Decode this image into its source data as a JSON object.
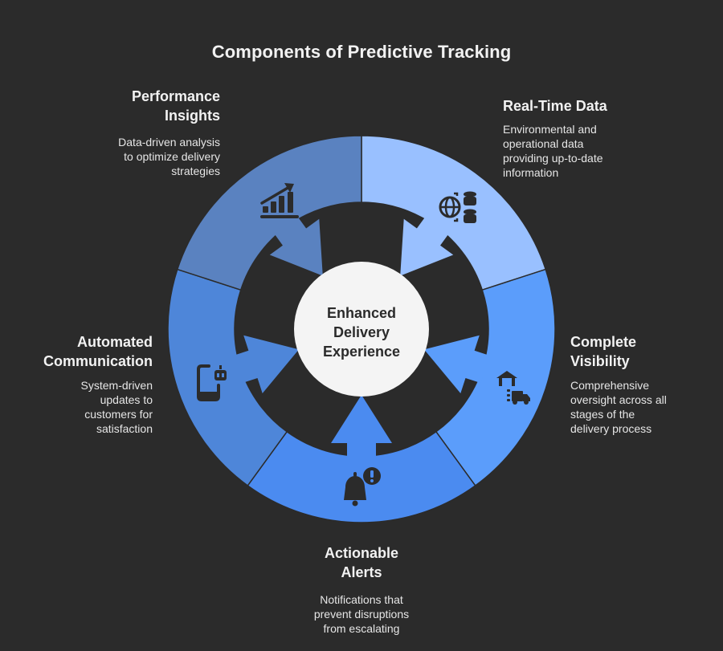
{
  "title": "Components of Predictive Tracking",
  "center": {
    "label": "Enhanced Delivery Experience",
    "lines": [
      "Enhanced",
      "Delivery",
      "Experience"
    ],
    "color": "#f4f4f4"
  },
  "colors": {
    "background": "#2b2b2b",
    "performance_insights": "#5a82c0",
    "real_time_data": "#99c0ff",
    "complete_visibility": "#5b9dfb",
    "actionable_alerts": "#4b8bf0",
    "automated_communication": "#4e86d9",
    "icon": "#2b2b2b"
  },
  "components": [
    {
      "id": "performance-insights",
      "title_lines": [
        "Performance",
        "Insights"
      ],
      "title": "Performance Insights",
      "description_lines": [
        "Data-driven analysis",
        "to optimize delivery",
        "strategies"
      ],
      "icon": "growth-chart-icon"
    },
    {
      "id": "real-time-data",
      "title_lines": [
        "Real-Time Data"
      ],
      "title": "Real-Time Data",
      "description_lines": [
        "Environmental and",
        "operational data",
        "providing up-to-date",
        "information"
      ],
      "icon": "globe-database-icon"
    },
    {
      "id": "complete-visibility",
      "title_lines": [
        "Complete",
        "Visibility"
      ],
      "title": "Complete Visibility",
      "description_lines": [
        "Comprehensive",
        "oversight across all",
        "stages of the",
        "delivery process"
      ],
      "icon": "warehouse-truck-icon"
    },
    {
      "id": "actionable-alerts",
      "title_lines": [
        "Actionable",
        "Alerts"
      ],
      "title": "Actionable Alerts",
      "description_lines": [
        "Notifications that",
        "prevent disruptions",
        "from escalating"
      ],
      "icon": "bell-alert-icon"
    },
    {
      "id": "automated-communication",
      "title_lines": [
        "Automated",
        "Communication"
      ],
      "title": "Automated Communication",
      "description_lines": [
        "System-driven",
        "updates to",
        "customers for",
        "satisfaction"
      ],
      "icon": "phone-bot-icon"
    }
  ]
}
